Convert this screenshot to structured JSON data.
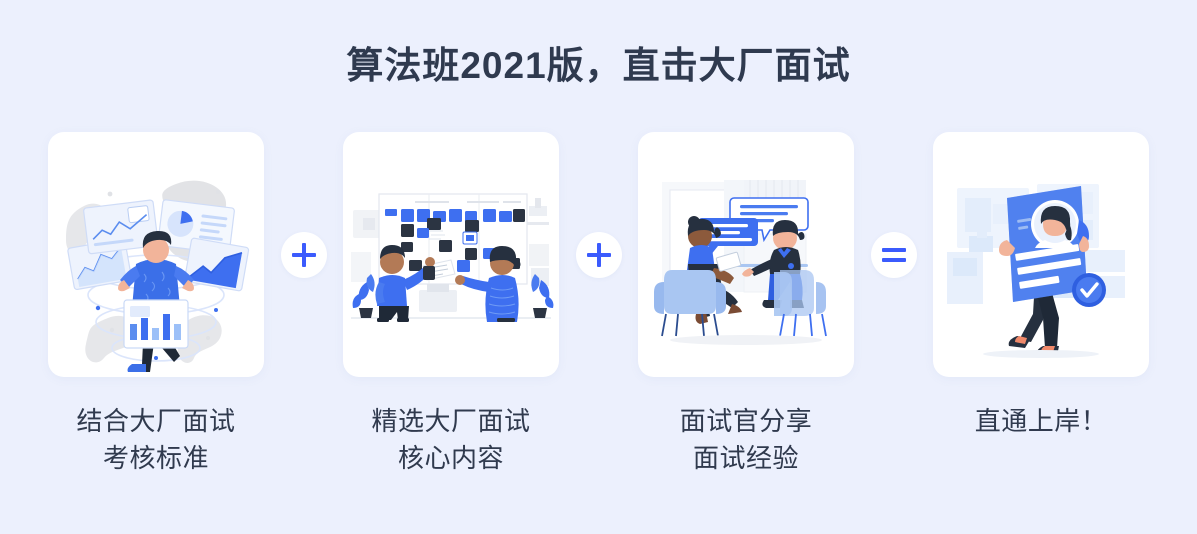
{
  "page": {
    "background_color": "#ecf0fd",
    "title": "算法班2021版，直击大厂面试",
    "title_color": "#2f3a4f",
    "accent_color": "#3b5bfd",
    "card_color": "#ffffff",
    "label_color": "#303a4e"
  },
  "steps": [
    {
      "id": "step-1",
      "illustration": "data-analysis-illustration",
      "label": "结合大厂面试\n考核标准",
      "label_line1": "结合大厂面试",
      "label_line2": "考核标准"
    },
    {
      "id": "step-2",
      "illustration": "kanban-board-illustration",
      "label": "精选大厂面试\n核心内容",
      "label_line1": "精选大厂面试",
      "label_line2": "核心内容"
    },
    {
      "id": "step-3",
      "illustration": "interview-conversation-illustration",
      "label": "面试官分享\n面试经验",
      "label_line1": "面试官分享",
      "label_line2": "面试经验"
    },
    {
      "id": "step-4",
      "illustration": "resume-approved-illustration",
      "label": "直通上岸！",
      "label_line1": "直通上岸！",
      "label_line2": ""
    }
  ],
  "operators": [
    {
      "id": "operator-1",
      "symbol": "+",
      "name": "plus"
    },
    {
      "id": "operator-2",
      "symbol": "+",
      "name": "plus"
    },
    {
      "id": "operator-3",
      "symbol": "=",
      "name": "equals"
    }
  ]
}
